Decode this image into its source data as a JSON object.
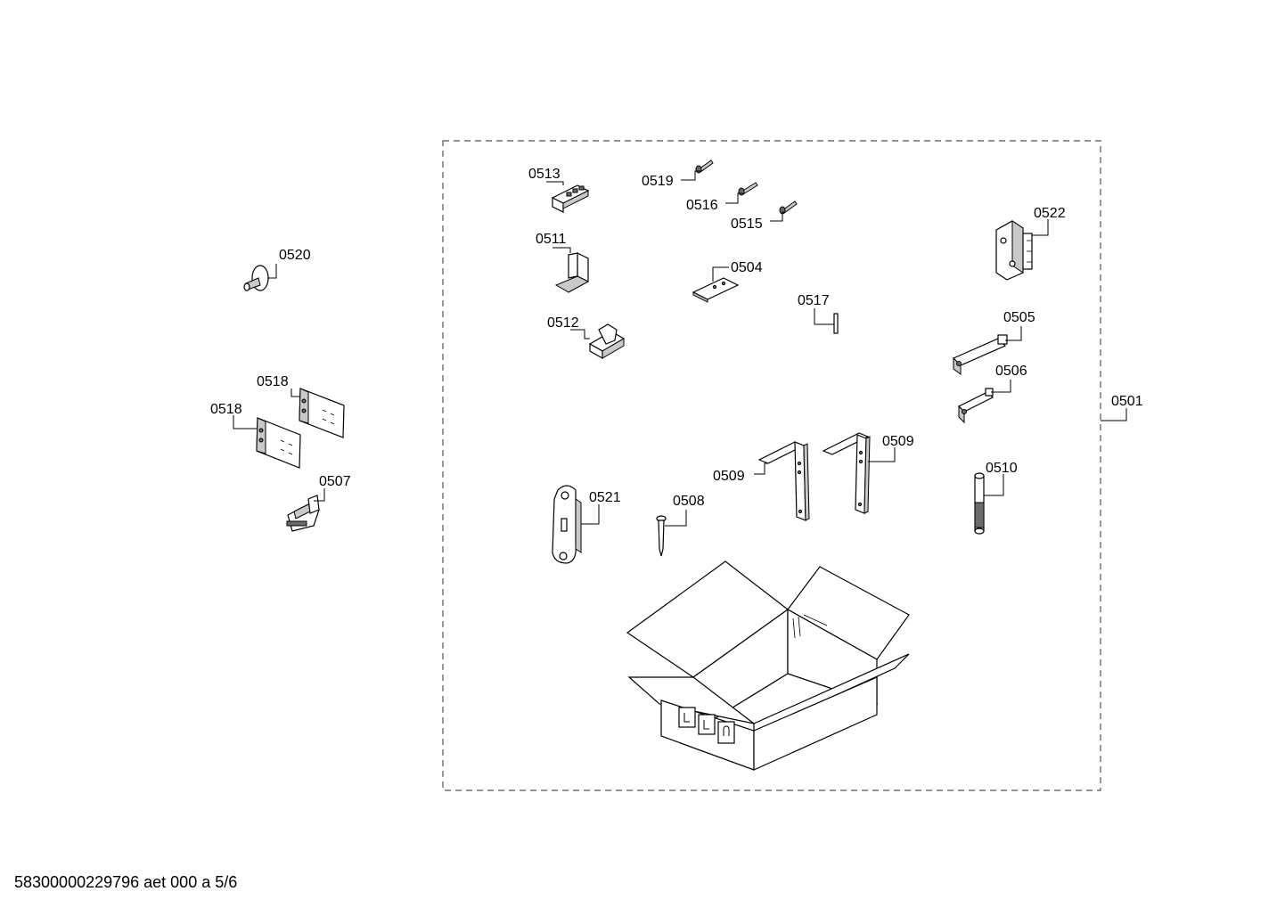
{
  "footer_text": "58300000229796 aet 000 a 5/6",
  "labels": {
    "p0501": "0501",
    "p0504": "0504",
    "p0505": "0505",
    "p0506": "0506",
    "p0507": "0507",
    "p0508": "0508",
    "p0509a": "0509",
    "p0509b": "0509",
    "p0510": "0510",
    "p0511": "0511",
    "p0512": "0512",
    "p0513": "0513",
    "p0515": "0515",
    "p0516": "0516",
    "p0517": "0517",
    "p0518a": "0518",
    "p0518b": "0518",
    "p0519": "0519",
    "p0520": "0520",
    "p0521": "0521",
    "p0522": "0522"
  }
}
